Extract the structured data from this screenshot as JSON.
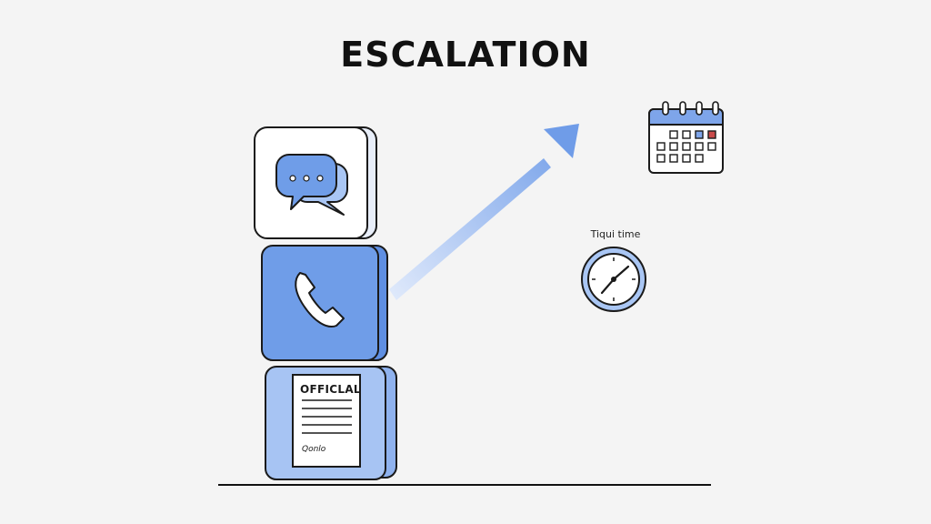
{
  "title": "ESCALATION",
  "document": {
    "heading": "OFFICLAL",
    "signature": "Qonlo"
  },
  "clock": {
    "label": "Tiqui time"
  },
  "colors": {
    "accent": "#6b9be6",
    "accent_light": "#a9c6f4",
    "arrow": "#7da5ea",
    "calendar_highlight": "#c94a4a",
    "ink": "#1a1a1a"
  },
  "icons": [
    "chat-bubbles-icon",
    "phone-icon",
    "official-document-icon",
    "calendar-icon",
    "clock-icon",
    "escalation-arrow"
  ]
}
